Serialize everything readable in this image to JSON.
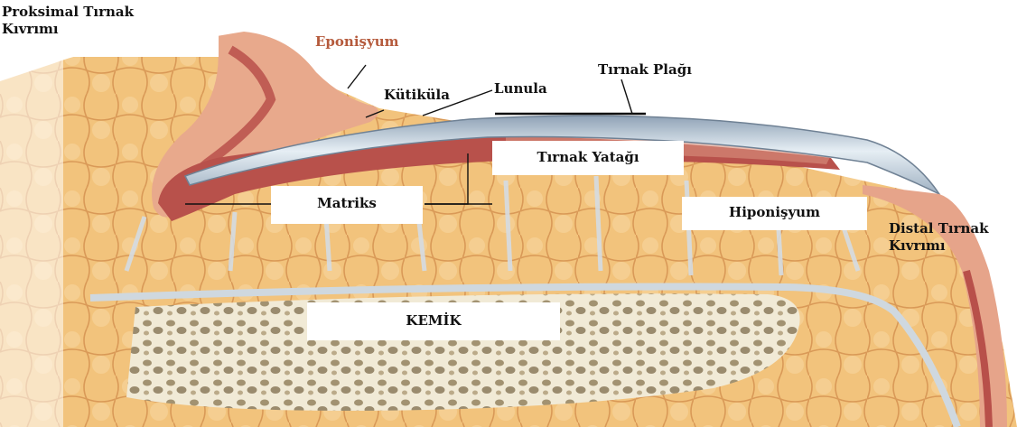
{
  "labels": {
    "proximal_fold": "Proksimal Tırnak\nKıvrımı",
    "eponychium": "Eponişyum",
    "cuticle": "Kütiküla",
    "lunula": "Lunula",
    "nail_plate": "Tırnak Plağı",
    "nail_bed": "Tırnak Yatağı",
    "matrix": "Matriks",
    "hyponychium": "Hiponişyum",
    "distal_fold": "Distal Tırnak\nKıvrımı",
    "bone": "KEMİK"
  },
  "colors": {
    "fat_tissue": "#f2c27a",
    "septa": "#d6dde3",
    "skin": "#e9a98a",
    "nail_bed_red": "#b5524a",
    "nail_plate": "#dfe8ef",
    "nail_edge": "#7d8ea1",
    "bone": "#f3ecd9",
    "bone_pattern": "#8a7a5a",
    "eponychium_text": "#b55a3c"
  }
}
